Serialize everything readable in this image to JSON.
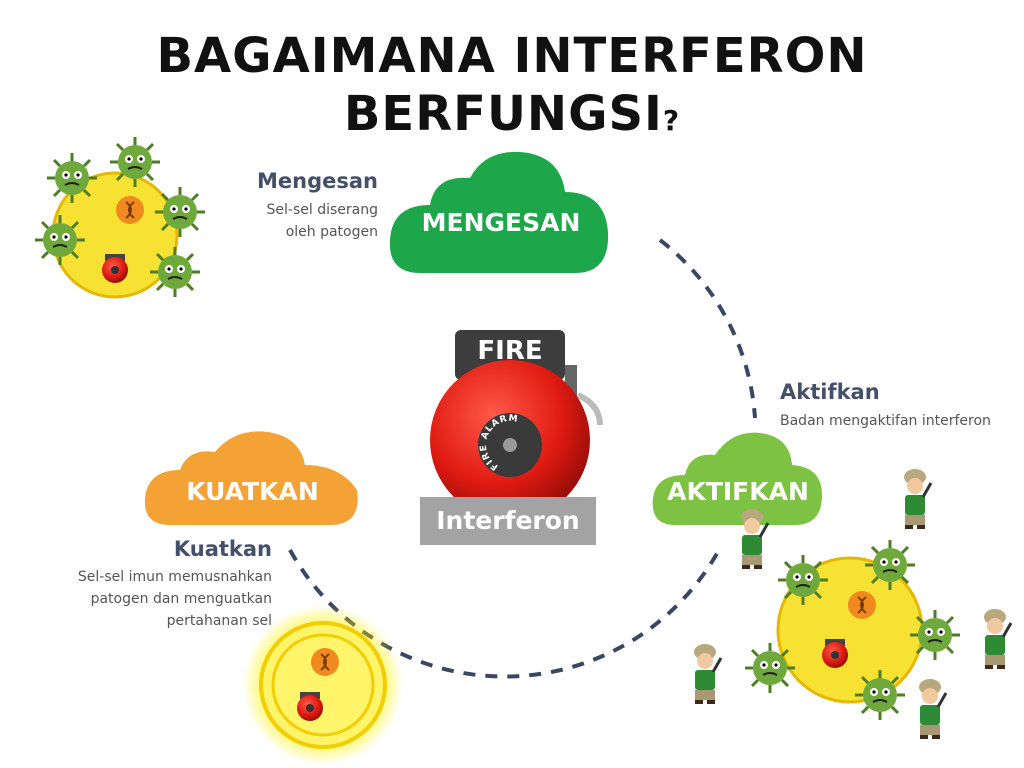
{
  "title": {
    "line1": "BAGAIMANA INTERFERON",
    "line2": "BERFUNGSI",
    "question_mark": "?"
  },
  "steps": [
    {
      "cloud_label": "MENGESAN",
      "heading": "Mengesan",
      "description": [
        "Sel-sel diserang",
        "oleh patogen"
      ],
      "color": "#1ea64b"
    },
    {
      "cloud_label": "AKTIFKAN",
      "heading": "Aktifkan",
      "description": [
        "Badan mengaktifan interferon"
      ],
      "color": "#7dc242"
    },
    {
      "cloud_label": "KUATKAN",
      "heading": "Kuatkan",
      "description": [
        "Sel-sel imun memusnahkan",
        "patogen dan menguatkan",
        "pertahanan sel"
      ],
      "color": "#f4a236"
    }
  ],
  "center": {
    "alarm_label": "FIRE",
    "alarm_face": "FIRE ALARM",
    "caption": "Interferon"
  },
  "icons": [
    "fire-alarm-icon",
    "virus-icon",
    "cell-icon",
    "soldier-icon",
    "dna-icon"
  ]
}
